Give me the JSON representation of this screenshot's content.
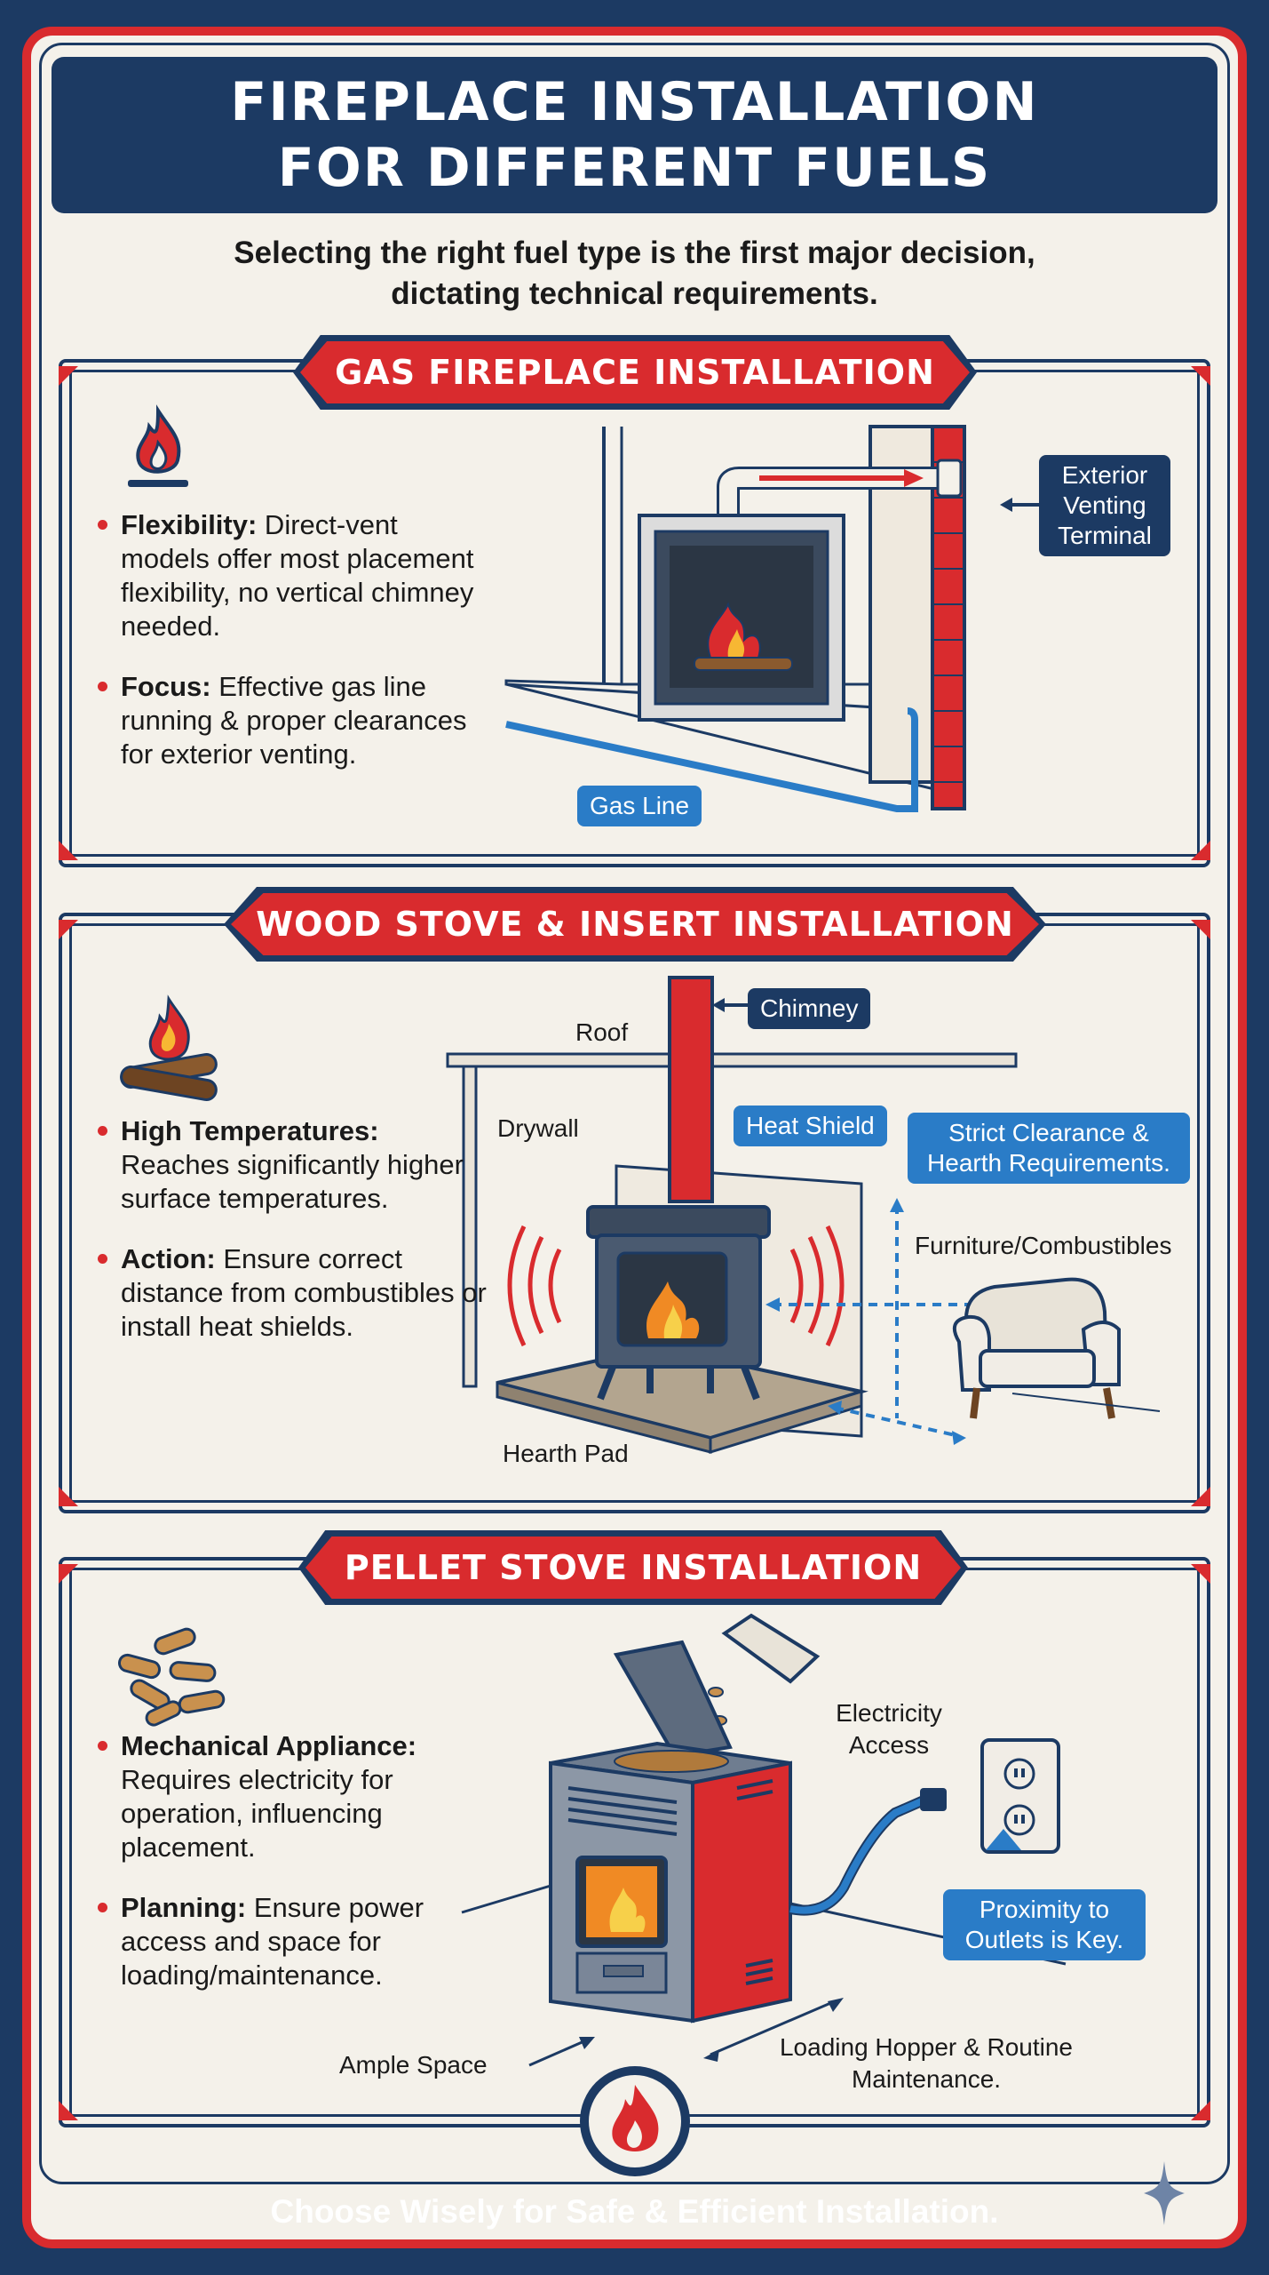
{
  "header": {
    "title_line1": "FIREPLACE INSTALLATION",
    "title_line2": "FOR DIFFERENT FUELS",
    "subtitle_line1": "Selecting the right fuel type is the first major decision,",
    "subtitle_line2": "dictating technical requirements."
  },
  "gas": {
    "banner": "GAS FIREPLACE INSTALLATION",
    "icon": "gas-flame-icon",
    "bullets": [
      {
        "term": "Flexibility:",
        "text": " Direct-vent models offer most placement flexibility, no vertical chimney needed."
      },
      {
        "term": "Focus:",
        "text": " Effective gas line running & proper clearances for exterior venting."
      }
    ],
    "terminal_label": "Exterior Venting Terminal",
    "gas_line_label": "Gas Line"
  },
  "wood": {
    "banner": "WOOD STOVE & INSERT INSTALLATION",
    "icon": "campfire-logs-icon",
    "bullets": [
      {
        "term": "High Temperatures:",
        "text": " Reaches significantly higher surface temperatures."
      },
      {
        "term": "Action:",
        "text": " Ensure correct distance from combustibles or install heat shields."
      }
    ],
    "chimney_label": "Chimney",
    "roof_label": "Roof",
    "drywall_label": "Drywall",
    "heat_shield_label": "Heat Shield",
    "clearance_label": "Strict Clearance & Hearth Requirements.",
    "furniture_label": "Furniture/Combustibles",
    "hearth_label": "Hearth Pad"
  },
  "pellet": {
    "banner": "PELLET STOVE INSTALLATION",
    "icon": "pellets-icon",
    "bullets": [
      {
        "term": "Mechanical Appliance:",
        "text": " Requires electricity for operation, influencing placement."
      },
      {
        "term": "Planning:",
        "text": " Ensure power access and space for loading/maintenance."
      }
    ],
    "electricity_label": "Electricity Access",
    "outlet_label": "Proximity to Outlets is Key.",
    "space_label": "Ample Space",
    "hopper_label": "Loading Hopper & Routine Maintenance."
  },
  "footer": {
    "text": "Choose Wisely for Safe & Efficient Installation."
  },
  "colors": {
    "navy": "#1c3a63",
    "red": "#d92b2e",
    "blue": "#2a7cc7",
    "cream": "#f4f1ea"
  }
}
